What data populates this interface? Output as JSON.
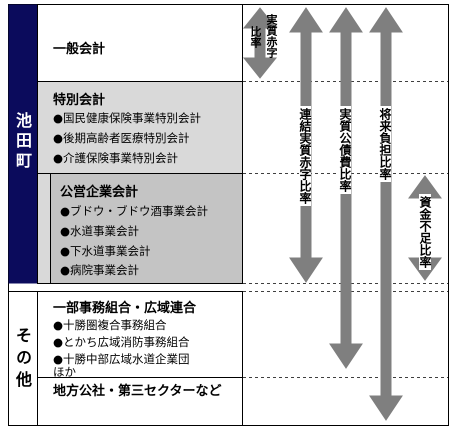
{
  "town": "池田町",
  "other": "その他",
  "general": "一般会計",
  "special": {
    "title": "特別会計",
    "items": [
      "●国民健康保険事業特別会計",
      "●後期高齢者医療特別会計",
      "●介護保険事業特別会計"
    ]
  },
  "public": {
    "title": "公営企業会計",
    "items": [
      "●ブドウ・ブドウ酒事業会計",
      "●水道事業会計",
      "●下水道事業会計",
      "●病院事業会計"
    ]
  },
  "union": {
    "title": "一部事務組合・広域連合",
    "items": [
      "●十勝圏複合事務組合",
      "●とかち広域消防事務組合",
      "●十勝中部広域水道企業団",
      "ほか"
    ]
  },
  "third_sector": "地方公社・第三セクターなど",
  "ratios": {
    "real_deficit_a": "実質赤字",
    "real_deficit_b": "比率",
    "consolidated": "連結実質赤字比率",
    "debt_service": "実質公債費比率",
    "future_burden": "将来負担比率",
    "fund_shortage": "資金不足比率"
  },
  "colors": {
    "navy": "#0b0b5c",
    "gray_light": "#d9d9d9",
    "gray_mid": "#c4c4c4",
    "arrow": "#7f7f7f"
  }
}
